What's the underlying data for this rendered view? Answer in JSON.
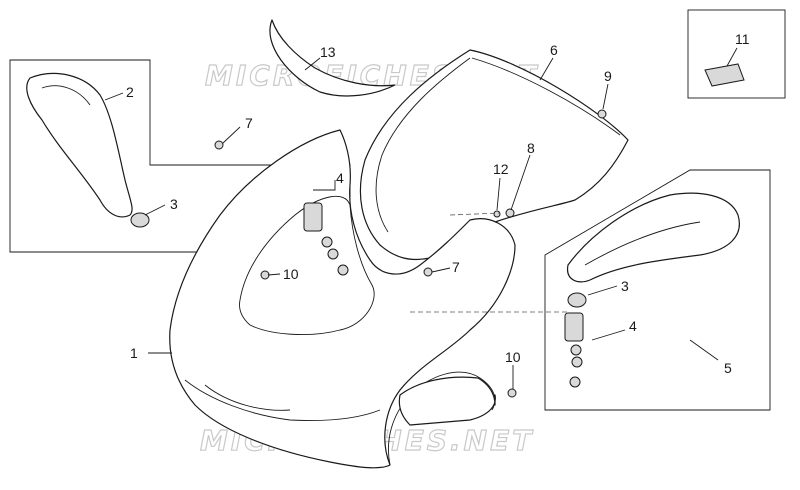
{
  "watermark": "MICROFICHES.NET",
  "callouts": {
    "c1": "1",
    "c2": "2",
    "c3a": "3",
    "c3b": "3",
    "c4a": "4",
    "c4b": "4",
    "c5": "5",
    "c6": "6",
    "c7a": "7",
    "c7b": "7",
    "c8": "8",
    "c9": "9",
    "c10a": "10",
    "c10b": "10",
    "c11": "11",
    "c12": "12",
    "c13": "13"
  }
}
